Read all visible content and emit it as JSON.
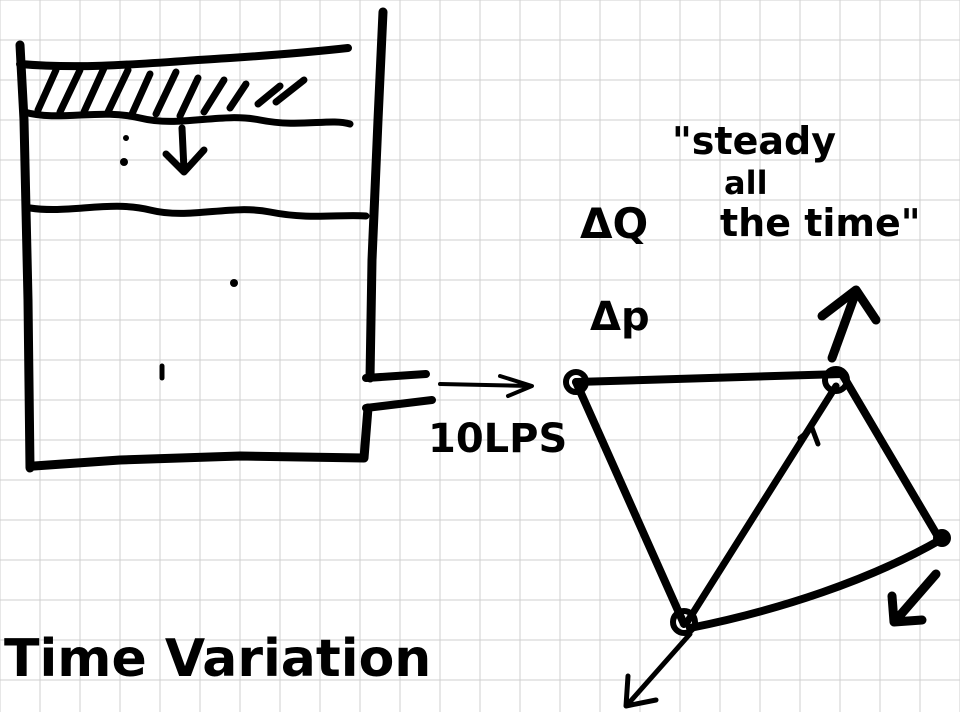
{
  "background": {
    "paper": "#ffffff",
    "grid_color": "#cfcfcf",
    "ink_color": "#000000"
  },
  "annotations": {
    "steady_quote_line1": "\"steady",
    "steady_quote_line2": "all",
    "steady_quote_line3": "the time\"",
    "delta_q": "ΔQ",
    "delta_p": "Δp",
    "flow_rate": "10LPS",
    "time_variation": "Time Variation"
  }
}
